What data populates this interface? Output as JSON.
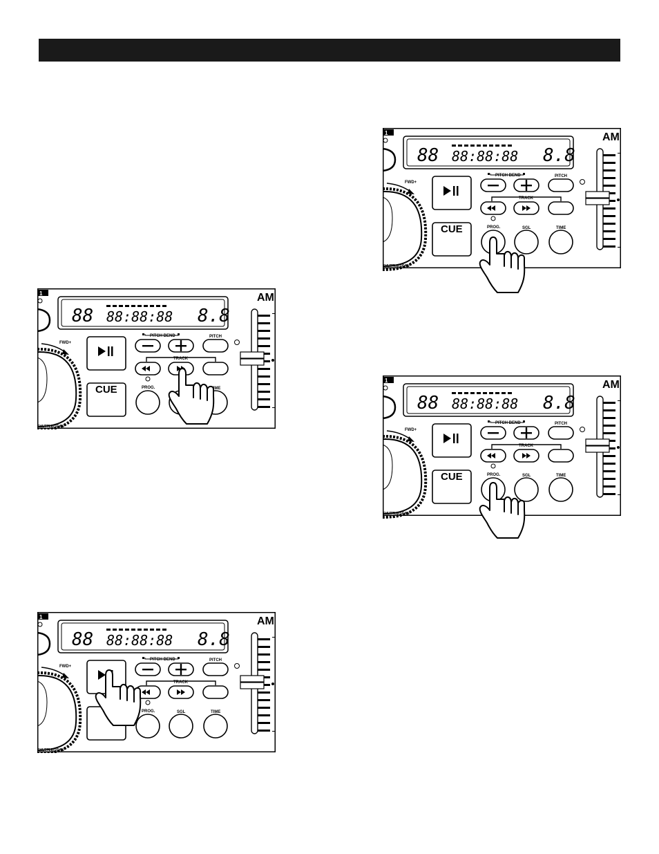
{
  "page": {
    "header_bar_color": "#1a1a1a"
  },
  "panel": {
    "logo_text": "AM",
    "mode_badge": "1",
    "display": {
      "track_digits": "88",
      "time_digits": "88:88:88",
      "right_digits": "8.8"
    },
    "labels": {
      "fwd": "FWD+",
      "pitch_bend": "PITCH BEND",
      "pitch": "PITCH",
      "track": "TRACK",
      "cue": "CUE",
      "prog": "PROG.",
      "sgl": "SGL",
      "time": "TIME",
      "shuttle": "SHUTTLE/SCAN"
    },
    "icons": {
      "play_pause": "play-pause-icon",
      "minus": "minus-icon",
      "plus": "plus-icon",
      "prev": "rewind-icon",
      "next": "fast-forward-icon",
      "hand": "pointing-hand-icon"
    }
  },
  "figures": [
    {
      "id": "fig-a",
      "pressed": "track-next-button"
    },
    {
      "id": "fig-b",
      "pressed": "play-pause-button"
    },
    {
      "id": "fig-c",
      "pressed": "prog-button"
    },
    {
      "id": "fig-d",
      "pressed": "prog-button"
    }
  ]
}
